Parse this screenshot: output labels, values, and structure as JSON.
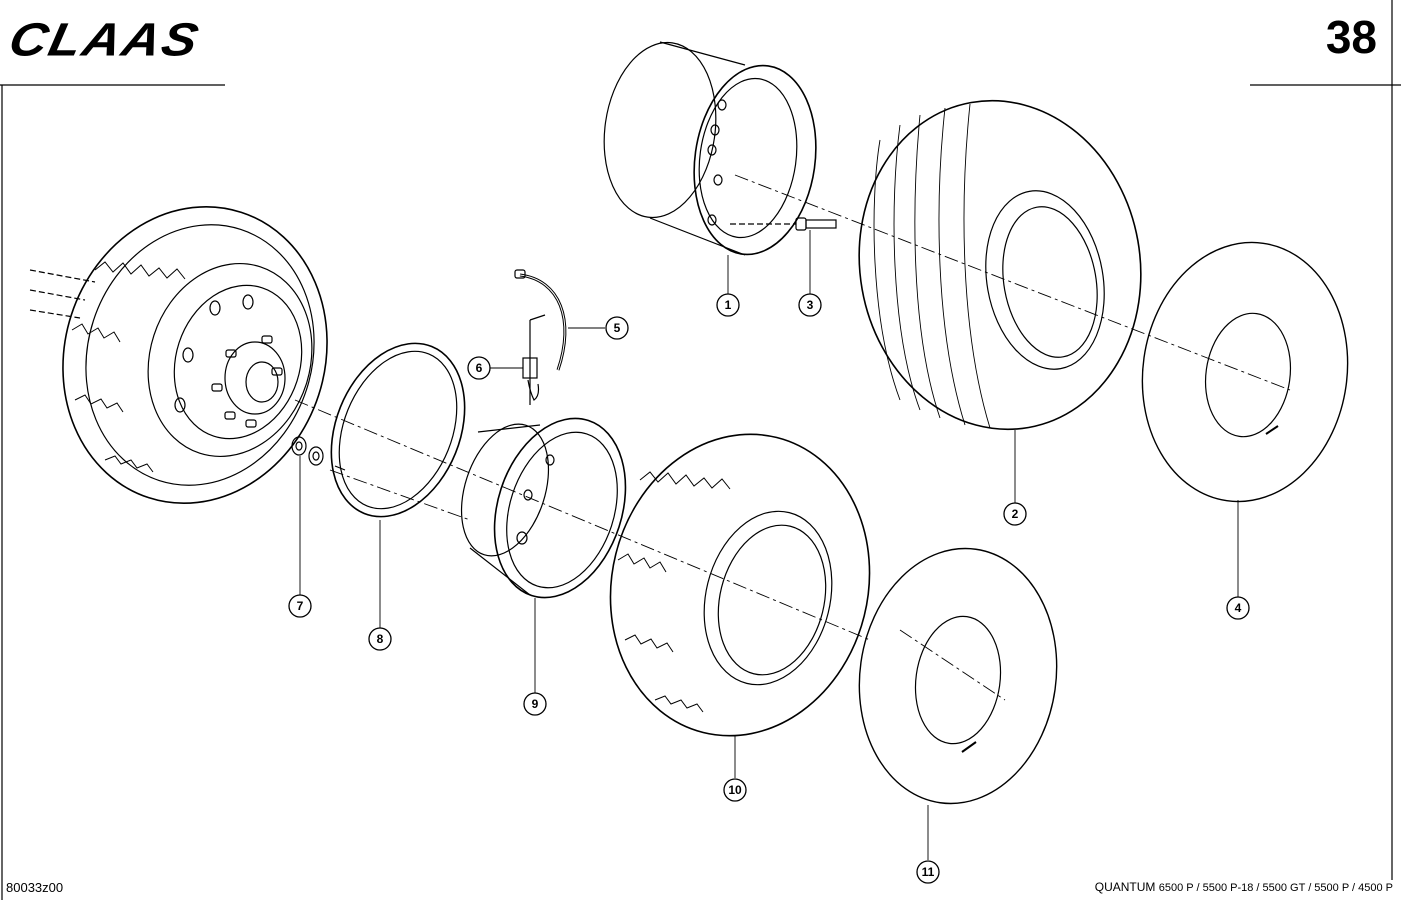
{
  "header": {
    "brand": "CLAAS",
    "page_number": "38"
  },
  "footer": {
    "drawing_code": "80033z00",
    "model_prefix": "QUANTUM",
    "model_list": "6500 P / 5500 P-18 / 5500 GT / 5500 P / 4500 P"
  },
  "callouts": [
    "1",
    "2",
    "3",
    "4",
    "5",
    "6",
    "7",
    "8",
    "9",
    "10",
    "11"
  ],
  "colors": {
    "ink": "#000000",
    "paper": "#ffffff"
  }
}
